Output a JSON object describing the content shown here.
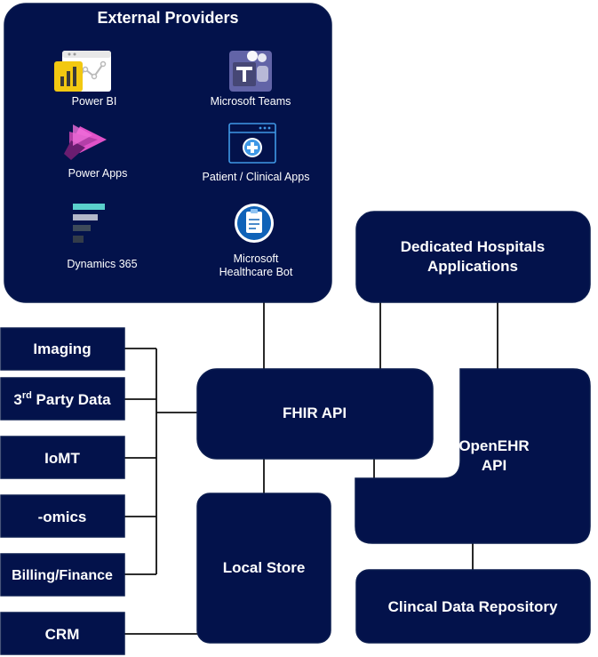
{
  "external_providers": {
    "title": "External Providers",
    "items": {
      "power_bi": "Power BI",
      "microsoft_teams": "Microsoft Teams",
      "power_apps": "Power Apps",
      "patient_clinical_apps": "Patient / Clinical Apps",
      "dynamics_365": "Dynamics 365",
      "healthcare_bot_line1": "Microsoft",
      "healthcare_bot_line2": "Healthcare Bot"
    }
  },
  "dedicated_hospitals": {
    "line1": "Dedicated Hospitals",
    "line2": "Applications"
  },
  "sources": {
    "imaging": "Imaging",
    "third_party_prefix": "3",
    "third_party_sup": "rd",
    "third_party_suffix": " Party Data",
    "iomt": "IoMT",
    "omics": "-omics",
    "billing": "Billing/Finance",
    "crm": "CRM"
  },
  "fhir_api": "FHIR API",
  "openehr": {
    "line1": "OpenEHR",
    "line2": "API"
  },
  "local_store": "Local Store",
  "clinical_repo": "Clincal Data Repository",
  "colors": {
    "box": "#03124b",
    "text": "#ffffff",
    "connector": "#111111"
  }
}
